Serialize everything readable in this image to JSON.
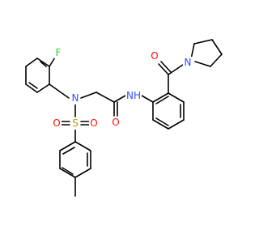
{
  "atoms": [
    {
      "id": "F",
      "symbol": "F",
      "color": "#33cc33"
    },
    {
      "id": "N1",
      "symbol": "N",
      "color": "#3050f8"
    },
    {
      "id": "NH",
      "symbol": "NH",
      "color": "#3050f8"
    },
    {
      "id": "O1",
      "symbol": "O",
      "color": "#ff0d0d"
    },
    {
      "id": "O2",
      "symbol": "O",
      "color": "#ff0d0d"
    },
    {
      "id": "N3",
      "symbol": "N",
      "color": "#3050f8"
    },
    {
      "id": "S",
      "symbol": "S",
      "color": "#b8a000"
    },
    {
      "id": "O3",
      "symbol": "O",
      "color": "#ff0d0d"
    },
    {
      "id": "O4",
      "symbol": "O",
      "color": "#ff0d0d"
    }
  ],
  "colors": {
    "bond": "#000000",
    "background": "#ffffff"
  }
}
